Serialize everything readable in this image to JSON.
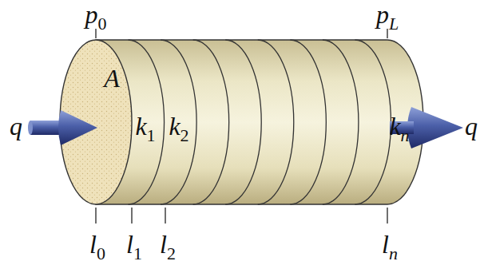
{
  "diagram": {
    "labels": [
      "p0",
      "pL",
      "A",
      "q",
      "k1",
      "k2",
      "kn",
      "q",
      "l0",
      "l1",
      "l2",
      "ln"
    ]
  }
}
